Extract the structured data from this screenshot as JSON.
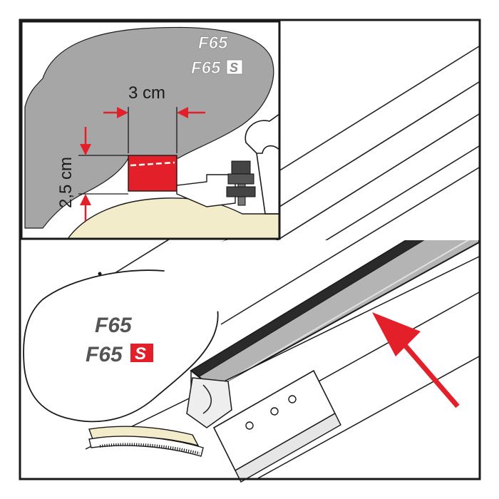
{
  "colors": {
    "accent_red": "#e3202a",
    "frame": "#1a1a1a",
    "shell_grey": "#a6a6a6",
    "roof_cream": "#f3ecca",
    "logo_dark": "#555555"
  },
  "inset": {
    "logo_line1": "F65",
    "logo_line2": "F65",
    "logo_line2_badge": "S",
    "dimension_width": "3 cm",
    "dimension_height": "2,5 cm"
  },
  "main": {
    "logo_line1": "F65",
    "logo_line2": "F65",
    "logo_line2_badge": "S",
    "arrow_icon": "red-arrow-icon"
  }
}
